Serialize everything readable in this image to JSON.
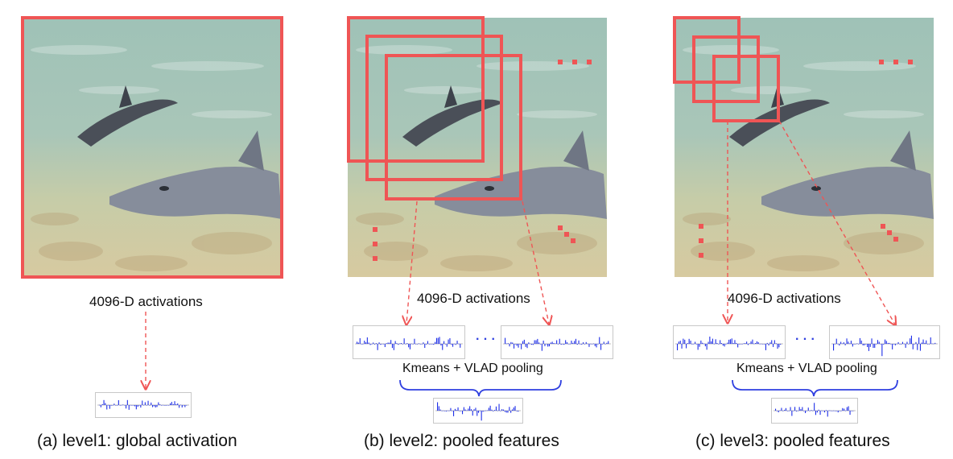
{
  "colors": {
    "window": "#ef5555",
    "arrow": "#ef5555",
    "activation_bars": "#1f2fe8",
    "brace": "#2f3fe0"
  },
  "panels": [
    {
      "activations_label": "4096-D activations",
      "caption": "(a) level1: global activation"
    },
    {
      "activations_label": "4096-D activations",
      "dots_between": "· · ·",
      "pooling_label": "Kmeans + VLAD pooling",
      "caption": "(b) level2: pooled features"
    },
    {
      "activations_label": "4096-D activations",
      "dots_between": "· · ·",
      "pooling_label": "Kmeans + VLAD pooling",
      "caption": "(c) level3: pooled features"
    }
  ]
}
